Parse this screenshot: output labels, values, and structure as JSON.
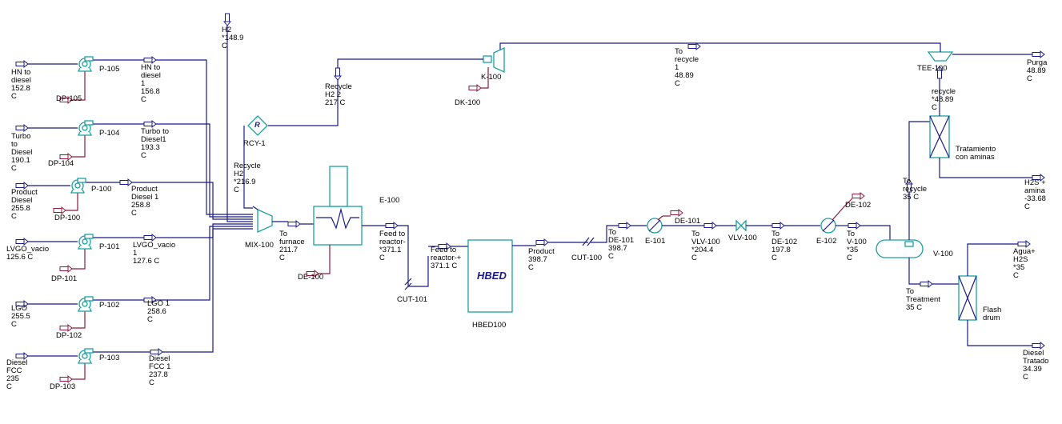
{
  "streams": {
    "hn_to_diesel": "HN to\ndiesel\n152.8\nC",
    "hn_to_diesel_1": "HN to\ndiesel\n1\n156.8\nC",
    "turbo_to_diesel": "Turbo\nto\nDiesel\n190.1\nC",
    "turbo_to_diesel1": "Turbo to\nDiesel1\n193.3\nC",
    "product_diesel": "Product\nDiesel\n255.8\nC",
    "product_diesel_1": "Product\nDiesel 1\n258.8\nC",
    "lvgo_vacio": "LVGO_vacio\n125.6 C",
    "lvgo_vacio_1": "LVGO_vacio\n1\n127.6 C",
    "lgo": "LGO\n255.5\nC",
    "lgo_1": "LGO 1\n258.6\nC",
    "diesel_fcc": "Diesel\nFCC\n235\nC",
    "diesel_fcc_1": "Diesel\nFCC 1\n237.8\nC",
    "h2": "H2\n*148.9\nC",
    "recycle_h2_2": "Recycle\nH2 2\n217 C",
    "recycle_h2": "Recycle\nH2\n*216.9\nC",
    "to_furnace": "To\nfurnace\n211.7\nC",
    "feed_to_reactor": "Feed to\nreactor-\n*371.1\nC",
    "feed_to_reactor_plus": "Feed to\nreactor-+\n371.1 C",
    "product": "Product\n398.7\nC",
    "to_de101": "To\nDE-101\n398.7\nC",
    "to_vlv100": "To\nVLV-100\n*204.4\nC",
    "to_de102": "To\nDE-102\n197.8\nC",
    "to_v100": "To\nV-100\n*35\nC",
    "to_recycle_1": "To\nrecycle\n1\n48.89\nC",
    "purga": "Purga\n48.89\nC",
    "recycle": "recycle\n*48.89\nC",
    "to_recycle": "To\nrecycle\n35 C",
    "h2s_amina": "H2S +\namina\n-33.68\nC",
    "agua_h2s": "Agua+\nH2S\n*35\nC",
    "to_treatment": "To\nTreatment\n35 C",
    "diesel_tratado": "Diesel\nTratado\n34.39\nC"
  },
  "equipment": {
    "p105": "P-105",
    "dp105": "DP-105",
    "p104": "P-104",
    "dp104": "DP-104",
    "p100": "P-100",
    "dp100": "DP-100",
    "p101": "P-101",
    "dp101": "DP-101",
    "p102": "P-102",
    "dp102": "DP-102",
    "p103": "P-103",
    "dp103": "DP-103",
    "mix100": "MIX-100",
    "rcy1": "RCY-1",
    "rcy_symbol": "R",
    "e100": "E-100",
    "de100": "DE-100",
    "cut101": "CUT-101",
    "hbed_text": "HBED",
    "hbed100": "HBED100",
    "cut100": "CUT-100",
    "e101": "E-101",
    "de101": "DE-101",
    "vlv100": "VLV-100",
    "e102": "E-102",
    "de102": "DE-102",
    "v100": "V-100",
    "k100": "K-100",
    "dk100": "DK-100",
    "tee100": "TEE-100",
    "tratamiento": "Tratamiento\ncon aminas",
    "flash_drum": "Flash\ndrum"
  },
  "colors": {
    "material_stream": "#1a1a8c",
    "energy_stream": "#8c1a3a",
    "equipment_outline": "#1aa0a0"
  }
}
